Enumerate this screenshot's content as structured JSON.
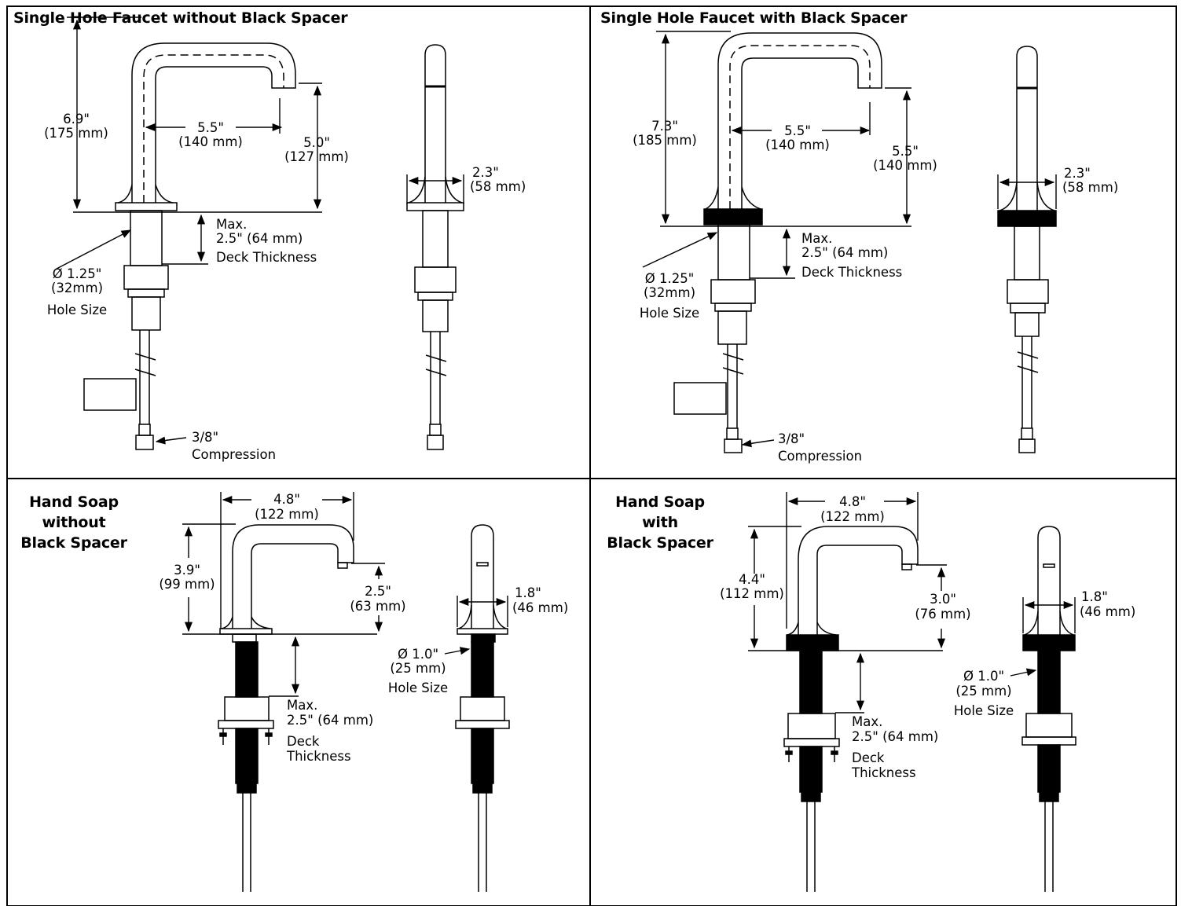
{
  "panels": {
    "tl": {
      "title": "Single Hole Faucet without Black Spacer",
      "height_in": "6.9\"",
      "height_mm": "(175 mm)",
      "reach_in": "5.5\"",
      "reach_mm": "(140 mm)",
      "spout_in": "5.0\"",
      "spout_mm": "(127 mm)",
      "deck_l1": "Max.",
      "deck_l2": "2.5\" (64 mm)",
      "deck_l3": "Deck Thickness",
      "hole_l1": "Ø 1.25\"",
      "hole_l2": "(32mm)",
      "hole_l3": "Hole Size",
      "comp_l1": "3/8\"",
      "comp_l2": "Compression",
      "base_in": "2.3\"",
      "base_mm": "(58 mm)"
    },
    "tr": {
      "title": "Single Hole Faucet with Black Spacer",
      "height_in": "7.3\"",
      "height_mm": "(185 mm)",
      "reach_in": "5.5\"",
      "reach_mm": "(140 mm)",
      "spout_in": "5.5\"",
      "spout_mm": "(140 mm)",
      "deck_l1": "Max.",
      "deck_l2": "2.5\" (64 mm)",
      "deck_l3": "Deck Thickness",
      "hole_l1": "Ø 1.25\"",
      "hole_l2": "(32mm)",
      "hole_l3": "Hole Size",
      "comp_l1": "3/8\"",
      "comp_l2": "Compression",
      "base_in": "2.3\"",
      "base_mm": "(58 mm)"
    },
    "bl": {
      "title_l1": "Hand Soap",
      "title_l2": "without",
      "title_l3": "Black Spacer",
      "reach_in": "4.8\"",
      "reach_mm": "(122 mm)",
      "height_in": "3.9\"",
      "height_mm": "(99 mm)",
      "spout_in": "2.5\"",
      "spout_mm": "(63 mm)",
      "deck_l1": "Max.",
      "deck_l2": "2.5\" (64 mm)",
      "deck_l3": "Deck",
      "deck_l4": "Thickness",
      "base_in": "1.8\"",
      "base_mm": "(46 mm)",
      "hole_l1": "Ø 1.0\"",
      "hole_l2": "(25 mm)",
      "hole_l3": "Hole Size"
    },
    "br": {
      "title_l1": "Hand Soap",
      "title_l2": "with",
      "title_l3": "Black Spacer",
      "reach_in": "4.8\"",
      "reach_mm": "(122 mm)",
      "height_in": "4.4\"",
      "height_mm": "(112 mm)",
      "spout_in": "3.0\"",
      "spout_mm": "(76 mm)",
      "deck_l1": "Max.",
      "deck_l2": "2.5\" (64 mm)",
      "deck_l3": "Deck",
      "deck_l4": "Thickness",
      "base_in": "1.8\"",
      "base_mm": "(46 mm)",
      "hole_l1": "Ø 1.0\"",
      "hole_l2": "(25 mm)",
      "hole_l3": "Hole Size"
    }
  },
  "colors": {
    "line": "#000000",
    "spacer": "#000000",
    "background": "#ffffff"
  }
}
